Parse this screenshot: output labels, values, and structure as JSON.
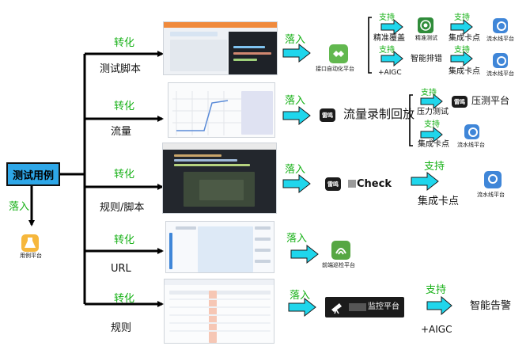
{
  "root": {
    "label": "测试用例"
  },
  "left": {
    "ruoru": "落入",
    "platform": "用例平台"
  },
  "branches": [
    {
      "zhuanhua": "转化",
      "label": "测试脚本"
    },
    {
      "zhuanhua": "转化",
      "label": "流量"
    },
    {
      "zhuanhua": "转化",
      "label": "规则/脚本"
    },
    {
      "zhuanhua": "转化",
      "label": "URL"
    },
    {
      "zhuanhua": "转化",
      "label": "规则"
    }
  ],
  "row1": {
    "ruoru": "落入",
    "platform": "接口自动化平台",
    "support1": "支持",
    "precise": "精准覆盖",
    "precise_icon_label": "精准测试",
    "support2": "支持",
    "cicheck1": "集成卡点",
    "pipeline1": "流水线平台",
    "aigc": "+AIGC",
    "support3": "支持",
    "smart": "智能排错",
    "support4": "支持",
    "cicheck2": "集成卡点",
    "pipeline2": "流水线平台"
  },
  "row2": {
    "ruoru": "落入",
    "badge": "雷鸣",
    "title": "流量录制回放",
    "support1": "支持",
    "pressure_badge": "雷鸣",
    "pressure_platform": "压测平台",
    "pressure": "压力测试",
    "support2": "支持",
    "cicheck": "集成卡点",
    "pipeline": "流水线平台"
  },
  "row3": {
    "ruoru": "落入",
    "badge": "雷鸣",
    "title": "Check",
    "support": "支持",
    "cicheck": "集成卡点",
    "pipeline": "流水线平台"
  },
  "row4": {
    "ruoru": "落入",
    "platform": "前端巡检平台"
  },
  "row5": {
    "ruoru": "落入",
    "platform": "监控平台",
    "support": "支持",
    "alarm": "智能告警",
    "aigc": "+AIGC"
  },
  "colors": {
    "accent_green": "#17b117",
    "arrow_cyan": "#1fd6ec",
    "root_blue": "#2ea7e8"
  }
}
